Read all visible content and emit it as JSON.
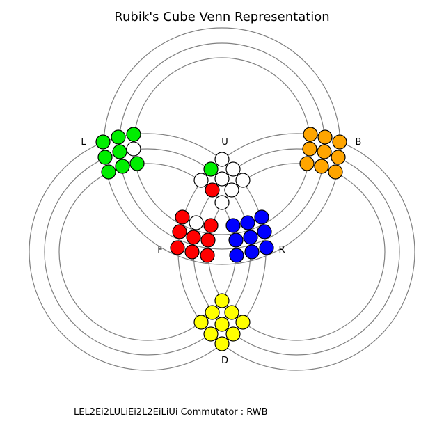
{
  "title": "Rubik's Cube Venn Representation",
  "caption": "LEL2Ei2LULiEi2L2EiLiUi Commutator : RWB",
  "ring_color": "#808080",
  "colors": {
    "white": "#ffffff",
    "green": "#00ee00",
    "red": "#ff0000",
    "blue": "#0000ff",
    "yellow": "#ffff00",
    "orange": "#ffa500"
  },
  "face_labels": {
    "U": "U",
    "L": "L",
    "B": "B",
    "F": "F",
    "R": "R",
    "D": "D"
  },
  "faces": {
    "U": [
      "white",
      "white",
      "white",
      "white",
      "white",
      "white",
      "white",
      "green",
      "red"
    ],
    "L": [
      "green",
      "green",
      "green",
      "green",
      "green",
      "green",
      "green",
      "green",
      "white"
    ],
    "B": [
      "orange",
      "orange",
      "orange",
      "orange",
      "orange",
      "orange",
      "orange",
      "orange",
      "orange"
    ],
    "F": [
      "red",
      "red",
      "red",
      "red",
      "red",
      "red",
      "red",
      "red",
      "white"
    ],
    "R": [
      "blue",
      "blue",
      "blue",
      "blue",
      "blue",
      "blue",
      "blue",
      "blue",
      "blue"
    ],
    "D": [
      "yellow",
      "yellow",
      "yellow",
      "yellow",
      "yellow",
      "yellow",
      "yellow",
      "yellow",
      "yellow"
    ]
  }
}
